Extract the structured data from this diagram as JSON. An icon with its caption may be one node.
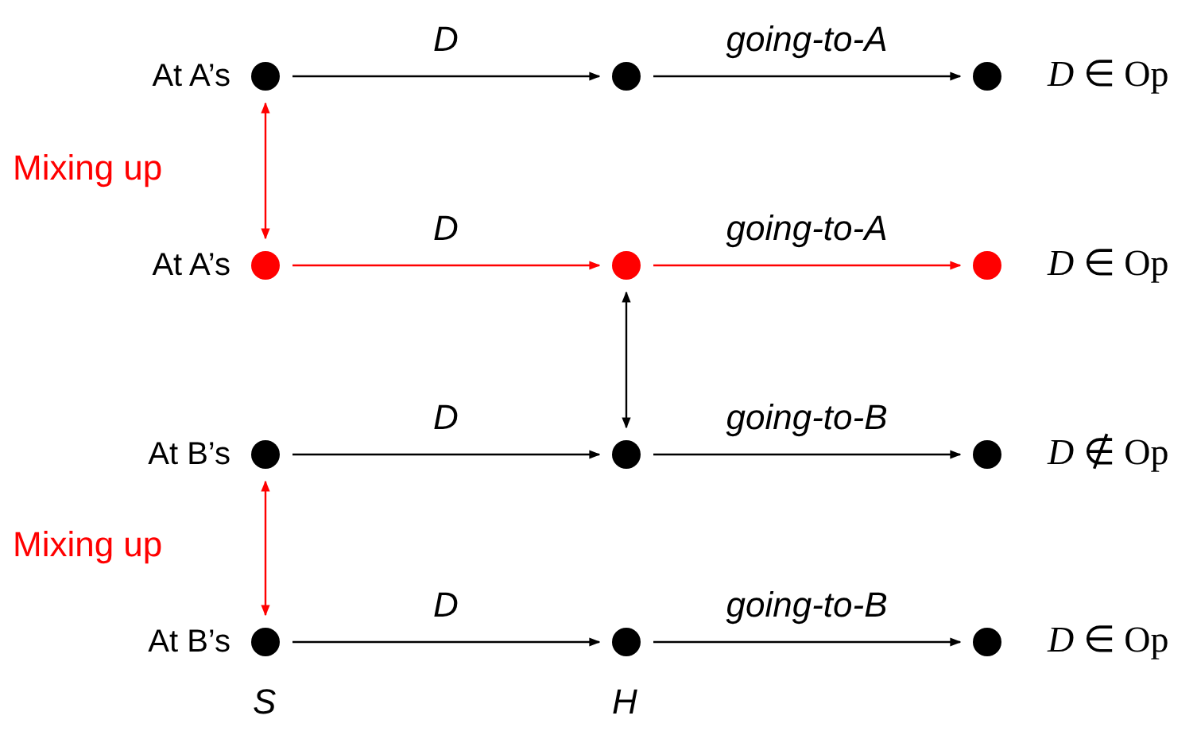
{
  "diagram": {
    "nodes": [
      {
        "text": [],
        "shape": "circle",
        "beside": [
          "At A’s"
        ]
      },
      {
        "text": [],
        "shape": "circle"
      },
      {
        "text": [],
        "shape": "circle",
        "beside": [
          "*D* ∈ Op"
        ]
      },
      {
        "text": [],
        "shape": "circle",
        "beside": [
          "At A’s"
        ]
      },
      {
        "text": [],
        "shape": "circle"
      },
      {
        "text": [],
        "shape": "circle",
        "beside": [
          "*D* ∈ Op"
        ]
      },
      {
        "text": [],
        "shape": "circle",
        "beside": [
          "At B’s"
        ]
      },
      {
        "text": [],
        "shape": "circle"
      },
      {
        "text": [],
        "shape": "circle",
        "beside": [
          "*D* ∉ Op"
        ]
      },
      {
        "text": [],
        "shape": "circle",
        "beside": [
          "At B’s"
        ]
      },
      {
        "text": [],
        "shape": "circle"
      },
      {
        "text": [],
        "shape": "circle",
        "beside": [
          "*D* ∈ Op"
        ]
      }
    ],
    "edges": [
      {
        "from": 0,
        "to": 1,
        "arrow": "to",
        "label": "D"
      },
      {
        "from": 1,
        "to": 2,
        "arrow": "to",
        "label": "going-to-A"
      },
      {
        "from": 3,
        "to": 4,
        "arrow": "to",
        "label": "D",
        "color": "#ff0000"
      },
      {
        "from": 4,
        "to": 5,
        "arrow": "to",
        "label": "going-to-A",
        "color": "#ff0000"
      },
      {
        "from": 6,
        "to": 7,
        "arrow": "to",
        "label": "D"
      },
      {
        "from": 7,
        "to": 8,
        "arrow": "to",
        "label": "going-to-B"
      },
      {
        "from": 9,
        "to": 10,
        "arrow": "to",
        "label": "D"
      },
      {
        "from": 10,
        "to": 11,
        "arrow": "to",
        "label": "going-to-B"
      },
      {
        "from": 0,
        "to": 3,
        "arrow": "both",
        "color": "#ff0000"
      },
      {
        "from": 4,
        "to": 7,
        "arrow": "both"
      },
      {
        "from": 6,
        "to": 9,
        "arrow": "both",
        "color": "#ff0000"
      }
    ],
    "labels": [
      "Mixing up",
      "Mixing up",
      "S",
      "H"
    ]
  }
}
